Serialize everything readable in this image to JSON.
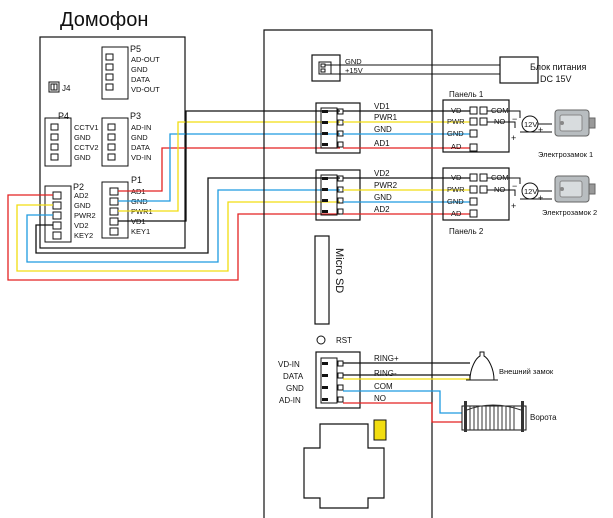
{
  "title": "Домофон",
  "intercom": {
    "j4": "J4",
    "p5": {
      "name": "P5",
      "pins": [
        "AD-OUT",
        "GND",
        "DATA",
        "VD-OUT"
      ]
    },
    "p4": {
      "name": "P4",
      "pins": [
        "CCTV1",
        "GND",
        "CCTV2",
        "GND"
      ]
    },
    "p3": {
      "name": "P3",
      "pins": [
        "AD-IN",
        "GND",
        "DATA",
        "VD-IN"
      ]
    },
    "p2": {
      "name": "P2",
      "pins": [
        "AD2",
        "GND",
        "PWR2",
        "VD2",
        "KEY2"
      ]
    },
    "p1": {
      "name": "P1",
      "pins": [
        "AD1",
        "GND",
        "PWR1",
        "VD1",
        "KEY1"
      ]
    }
  },
  "power": {
    "pins": [
      "GND",
      "+15V"
    ],
    "label_line1": "Блок питания",
    "label_line2": "DC 15V"
  },
  "controller": {
    "conn1": [
      "VD1",
      "PWR1",
      "GND",
      "AD1"
    ],
    "conn2": [
      "VD2",
      "PWR2",
      "GND",
      "AD2"
    ],
    "sd_label": "Micro SD",
    "rst_label": "RST",
    "bottom_left": [
      "VD-IN",
      "DATA",
      "GND",
      "AD-IN"
    ],
    "bottom_right": [
      "RING+",
      "RING-",
      "COM",
      "NO"
    ]
  },
  "panel1": {
    "name": "Панель 1",
    "pins": [
      "VD",
      "PWR",
      "GND",
      "AD"
    ],
    "relay": [
      "COM",
      "NO"
    ],
    "psu": "12V",
    "lock_label": "Электрозамок 1"
  },
  "panel2": {
    "name": "Панель 2",
    "pins": [
      "VD",
      "PWR",
      "GND",
      "AD"
    ],
    "relay": [
      "COM",
      "NO"
    ],
    "psu": "12V",
    "lock_label": "Электрозамок 2"
  },
  "outputs": {
    "bell_label": "Внешний замок",
    "gate_label": "Ворота"
  },
  "colors": {
    "red": "#e32222",
    "yellow": "#f2dd10",
    "blue": "#1e9be0",
    "black": "#111111"
  }
}
